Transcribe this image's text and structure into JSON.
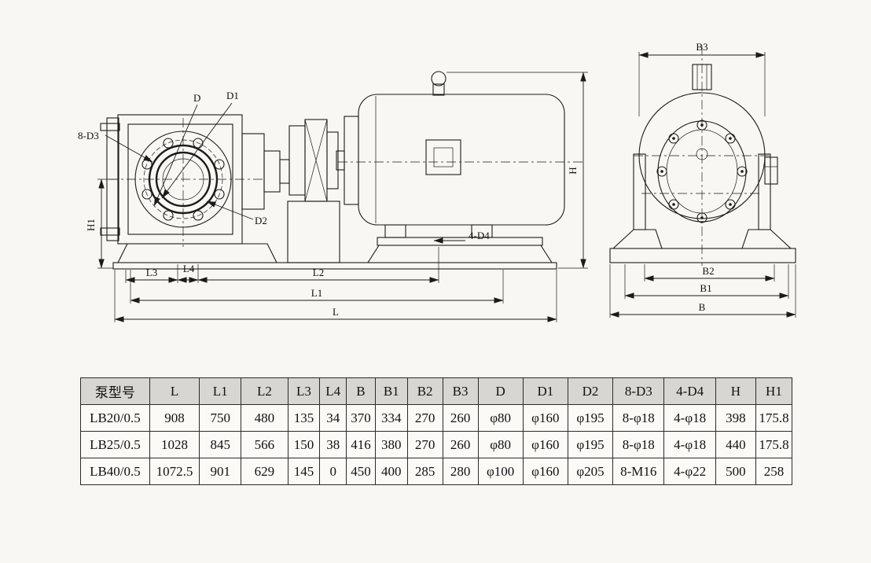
{
  "drawing": {
    "side_view": {
      "labels": {
        "bolt_circle": "8-D3",
        "d": "D",
        "d1": "D1",
        "d2": "D2",
        "foot_holes": "4-D4",
        "h": "H",
        "h1": "H1",
        "l": "L",
        "l1": "L1",
        "l2": "L2",
        "l3": "L3",
        "l4": "L4"
      }
    },
    "end_view": {
      "labels": {
        "b": "B",
        "b1": "B1",
        "b2": "B2",
        "b3": "B3"
      }
    }
  },
  "table": {
    "headers": [
      "泵型号",
      "L",
      "L1",
      "L2",
      "L3",
      "L4",
      "B",
      "B1",
      "B2",
      "B3",
      "D",
      "D1",
      "D2",
      "8-D3",
      "4-D4",
      "H",
      "H1"
    ],
    "rows": [
      [
        "LB20/0.5",
        "908",
        "750",
        "480",
        "135",
        "34",
        "370",
        "334",
        "270",
        "260",
        "φ80",
        "φ160",
        "φ195",
        "8-φ18",
        "4-φ18",
        "398",
        "175.8"
      ],
      [
        "LB25/0.5",
        "1028",
        "845",
        "566",
        "150",
        "38",
        "416",
        "380",
        "270",
        "260",
        "φ80",
        "φ160",
        "φ195",
        "8-φ18",
        "4-φ18",
        "440",
        "175.8"
      ],
      [
        "LB40/0.5",
        "1072.5",
        "901",
        "629",
        "145",
        "0",
        "450",
        "400",
        "285",
        "280",
        "φ100",
        "φ160",
        "φ205",
        "8-M16",
        "4-φ22",
        "500",
        "258"
      ]
    ]
  }
}
